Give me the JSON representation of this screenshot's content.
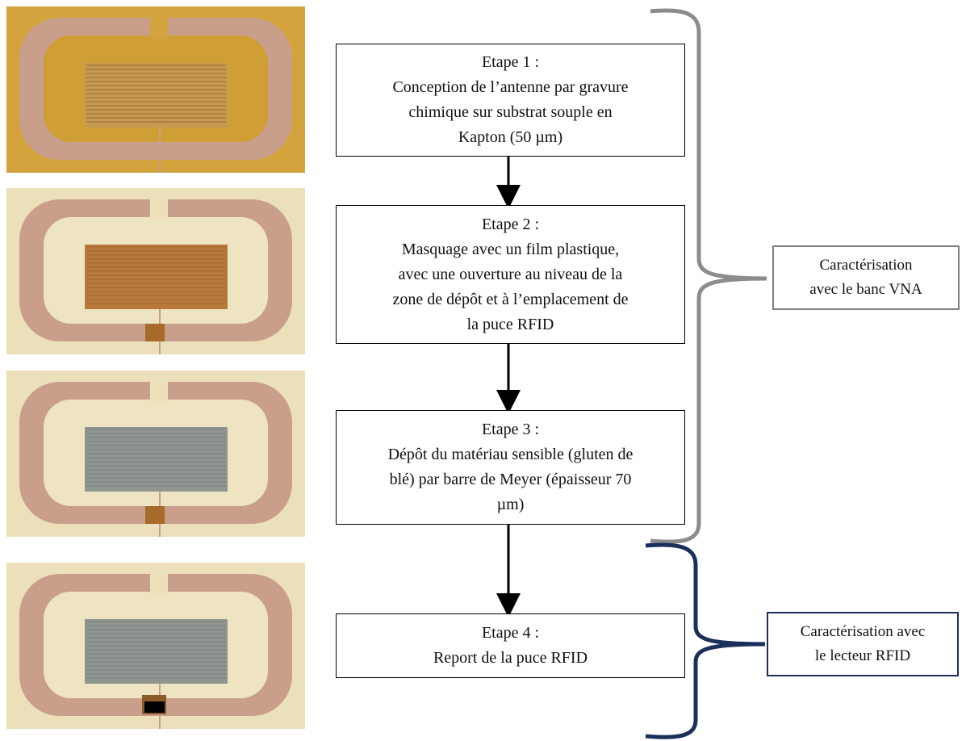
{
  "steps": [
    {
      "title": "Etape 1 :",
      "lines": [
        "Conception de l’antenne par gravure",
        "chimique sur substrat souple en",
        "Kapton (50 µm)"
      ]
    },
    {
      "title": "Etape 2 :",
      "lines": [
        "Masquage avec un film plastique,",
        "avec une ouverture au niveau de la",
        "zone de dépôt et à l’emplacement de",
        "la puce RFID"
      ]
    },
    {
      "title": "Etape 3 :",
      "lines": [
        "Dépôt du matériau sensible (gluten de",
        "blé) par barre de Meyer (épaisseur 70",
        "µm)"
      ]
    },
    {
      "title": "Etape 4 :",
      "lines": [
        "Report de la puce RFID"
      ]
    }
  ],
  "labels": {
    "vna": [
      "Caractérisation",
      "avec le banc VNA"
    ],
    "rfid": [
      "Caractérisation avec",
      "le lecteur RFID"
    ]
  },
  "colors": {
    "vna_brace": "#8c8c8c",
    "rfid_brace": "#1b2f5c",
    "arrow": "#000000",
    "kapton": "#d3a43e",
    "kapton_film": "#ece0bb",
    "copper": "#c99f8c",
    "sensing_material": "#8f9590",
    "chip": "#000000"
  },
  "photos": [
    {
      "name": "photo-step-1",
      "state": "antenna on kapton"
    },
    {
      "name": "photo-step-2",
      "state": "masked with plastic film"
    },
    {
      "name": "photo-step-3",
      "state": "gluten deposited"
    },
    {
      "name": "photo-step-4",
      "state": "rfid chip mounted"
    }
  ]
}
